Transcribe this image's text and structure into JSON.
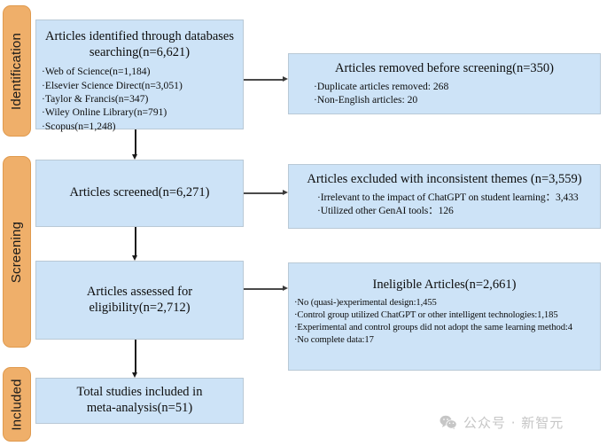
{
  "diagram": {
    "type": "prisma-flow-diagram",
    "colors": {
      "stage_bar": "#efaf6a",
      "box_fill": "#cde3f7",
      "box_border": "#b9c9d6",
      "connector": "#1a1a1a",
      "watermark": "#c6c6c6"
    },
    "stages": [
      {
        "id": "identification",
        "label": "Identification"
      },
      {
        "id": "screening",
        "label": "Screening"
      },
      {
        "id": "included",
        "label": "Included"
      }
    ],
    "boxes": {
      "identified": {
        "title": "Articles identified through databases searching(n=6,621)",
        "bullets": [
          "·Web of Science(n=1,184)",
          "·Elsevier Science Direct(n=3,051)",
          "·Taylor & Francis(n=347)",
          "·Wiley Online Library(n=791)",
          "·Scopus(n=1,248)"
        ]
      },
      "removed": {
        "title": "Articles removed before screening(n=350)",
        "bullets": [
          "·Duplicate articles removed: 268",
          "·Non-English articles: 20"
        ]
      },
      "screened": {
        "title": "Articles screened(n=6,271)",
        "bullets": []
      },
      "excluded_themes": {
        "title": "Articles excluded with inconsistent themes (n=3,559)",
        "bullets": [
          "·Irrelevant to the impact of ChatGPT on student learning：3,433",
          "·Utilized other GenAI tools：126"
        ]
      },
      "eligibility": {
        "title": "Articles assessed for eligibility(n=2,712)",
        "bullets": []
      },
      "ineligible": {
        "title": "Ineligible Articles(n=2,661)",
        "bullets": [
          "·No (quasi-)experimental design:1,455",
          "·Control group utilized ChatGPT or other intelligent technologies:1,185",
          "·Experimental and control groups did not adopt the same learning method:4",
          "·No complete data:17"
        ]
      },
      "included_total": {
        "title": "Total studies included in meta-analysis(n=51)",
        "bullets": []
      }
    },
    "watermark": {
      "icon": "wechat-icon",
      "text": "公众号 · 新智元"
    }
  }
}
